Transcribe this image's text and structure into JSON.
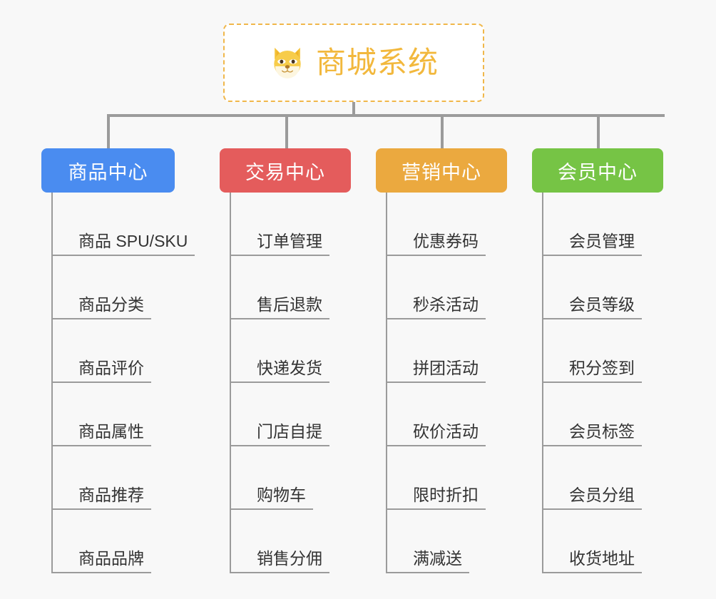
{
  "page": {
    "background_color": "#f8f8f8",
    "line_color": "#9b9b9b",
    "text_color": "#333333"
  },
  "root": {
    "title": "商城系统",
    "icon": "shiba-dog-face-icon",
    "border_color": "#f0b74a",
    "title_color": "#f2b83d",
    "background_color": "#ffffff"
  },
  "categories": [
    {
      "label": "商品中心",
      "color": "#4a8cf0",
      "items": [
        "商品 SPU/SKU",
        "商品分类",
        "商品评价",
        "商品属性",
        "商品推荐",
        "商品品牌"
      ]
    },
    {
      "label": "交易中心",
      "color": "#e45c5c",
      "items": [
        "订单管理",
        "售后退款",
        "快递发货",
        "门店自提",
        "购物车",
        "销售分佣"
      ]
    },
    {
      "label": "营销中心",
      "color": "#eba93f",
      "items": [
        "优惠券码",
        "秒杀活动",
        "拼团活动",
        "砍价活动",
        "限时折扣",
        "满减送"
      ]
    },
    {
      "label": "会员中心",
      "color": "#76c445",
      "items": [
        "会员管理",
        "会员等级",
        "积分签到",
        "会员标签",
        "会员分组",
        "收货地址"
      ]
    }
  ]
}
